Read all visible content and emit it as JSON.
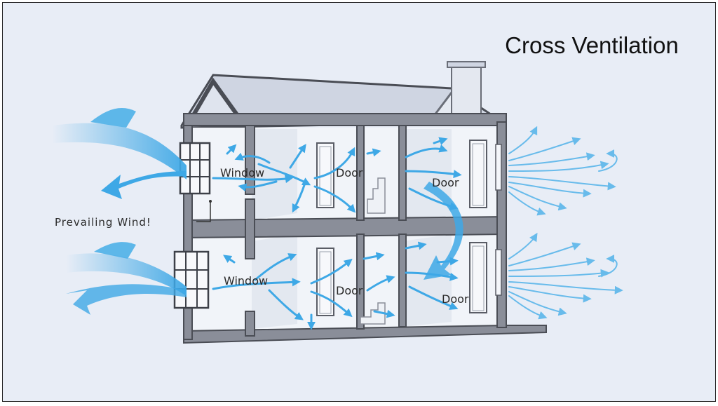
{
  "title": "Cross Ventilation",
  "labels": {
    "prevailing_wind": "Prevailing Wind!",
    "window_upper": "Window",
    "window_lower": "Window",
    "door_upper_middle": "Door",
    "door_upper_right": "Door",
    "door_lower_middle": "Door",
    "door_lower_right": "Door"
  },
  "colors": {
    "background": "#e8edf6",
    "wall": "#8a8e99",
    "wall_stroke": "#4a4d55",
    "roof_fill": "#cfd5e2",
    "airflow": "#3ea8e6"
  }
}
